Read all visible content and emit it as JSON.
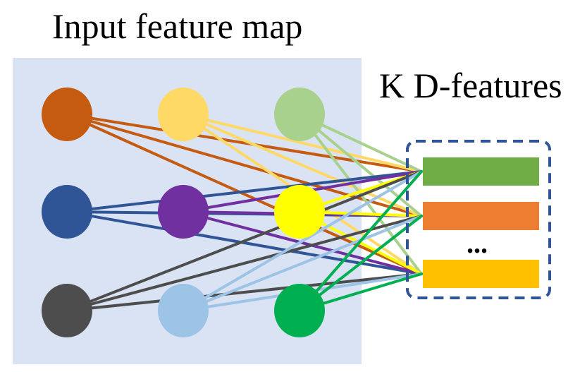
{
  "input_title": "Input feature map",
  "output_title": "K D-features",
  "ellipsis": "...",
  "colors": {
    "panel": "#dae3f3",
    "box_border": "#2f5597",
    "nodes": {
      "n00": "#c55a11",
      "n01": "#ffd966",
      "n02": "#a9d18e",
      "n10": "#2f5597",
      "n11": "#7030a0",
      "n12": "#ffff00",
      "n20": "#4d4d4d",
      "n21": "#9dc3e6",
      "n22": "#00b050"
    },
    "edges": {
      "n00": "#c55a11",
      "n01": "#ffd966",
      "n02": "#a9d18e",
      "n10": "#2f5597",
      "n11": "#7030a0",
      "n12": "#ffff00",
      "n20": "#4d4d4d",
      "n21": "#9dc3e6",
      "n22": "#00b050"
    },
    "features": [
      "#70ad47",
      "#ed7d31",
      "#ffc000"
    ]
  },
  "nodes": [
    "n00",
    "n01",
    "n02",
    "n10",
    "n11",
    "n12",
    "n20",
    "n21",
    "n22"
  ],
  "features": [
    "feature-1",
    "feature-2",
    "feature-k"
  ]
}
